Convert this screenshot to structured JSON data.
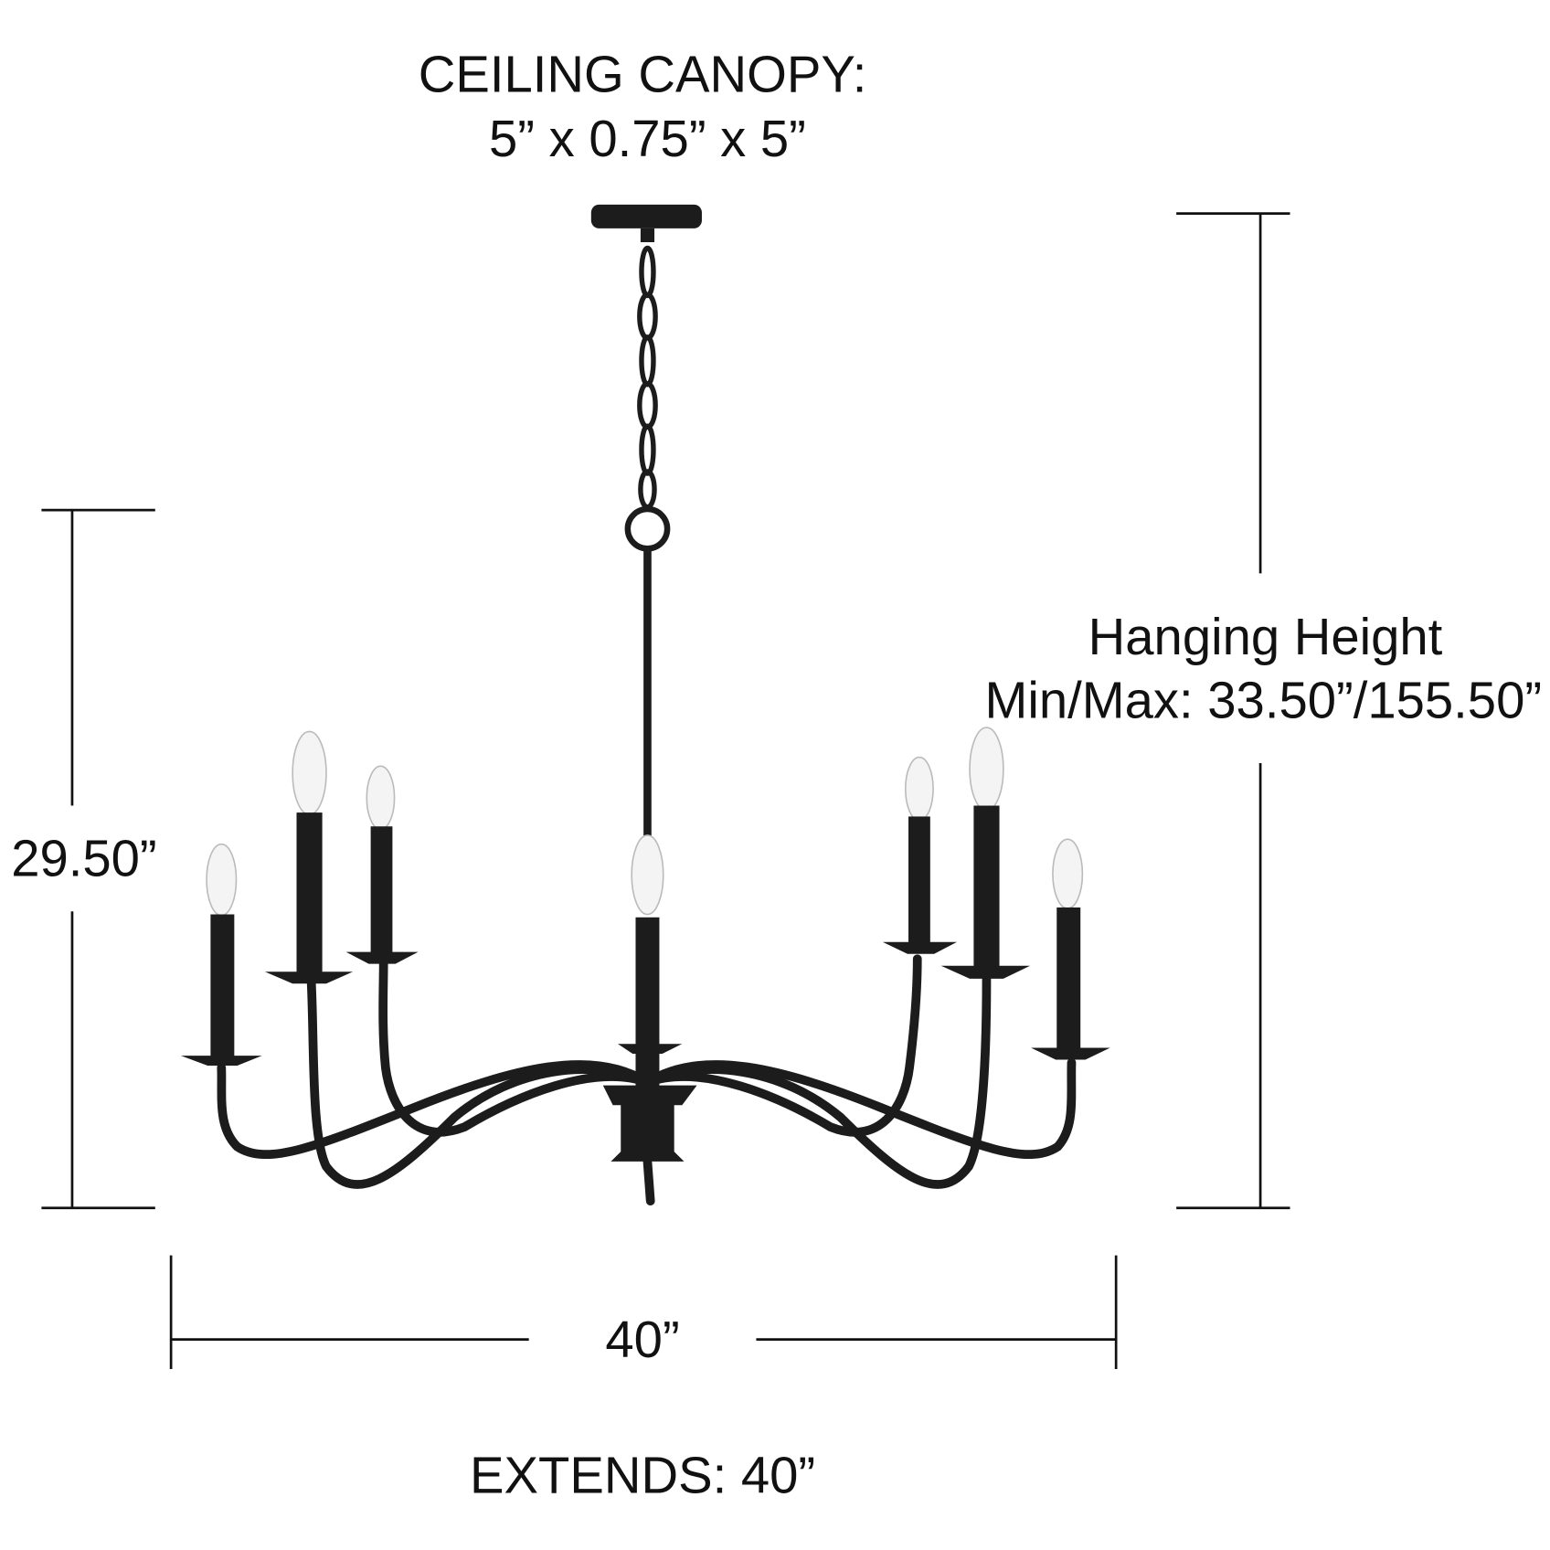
{
  "canopy": {
    "line1": "CEILING CANOPY:",
    "line2": "5” x 0.75” x 5”"
  },
  "hanging_height": {
    "line1": "Hanging Height",
    "line2": "Min/Max: 33.50”/155.50”"
  },
  "height": {
    "label": "29.50”"
  },
  "width": {
    "label": "40”"
  },
  "extends": {
    "label": "EXTENDS: 40”"
  },
  "colors": {
    "fixture": "#1c1c1c",
    "dimension_lines": "#111111",
    "background": "#ffffff"
  }
}
